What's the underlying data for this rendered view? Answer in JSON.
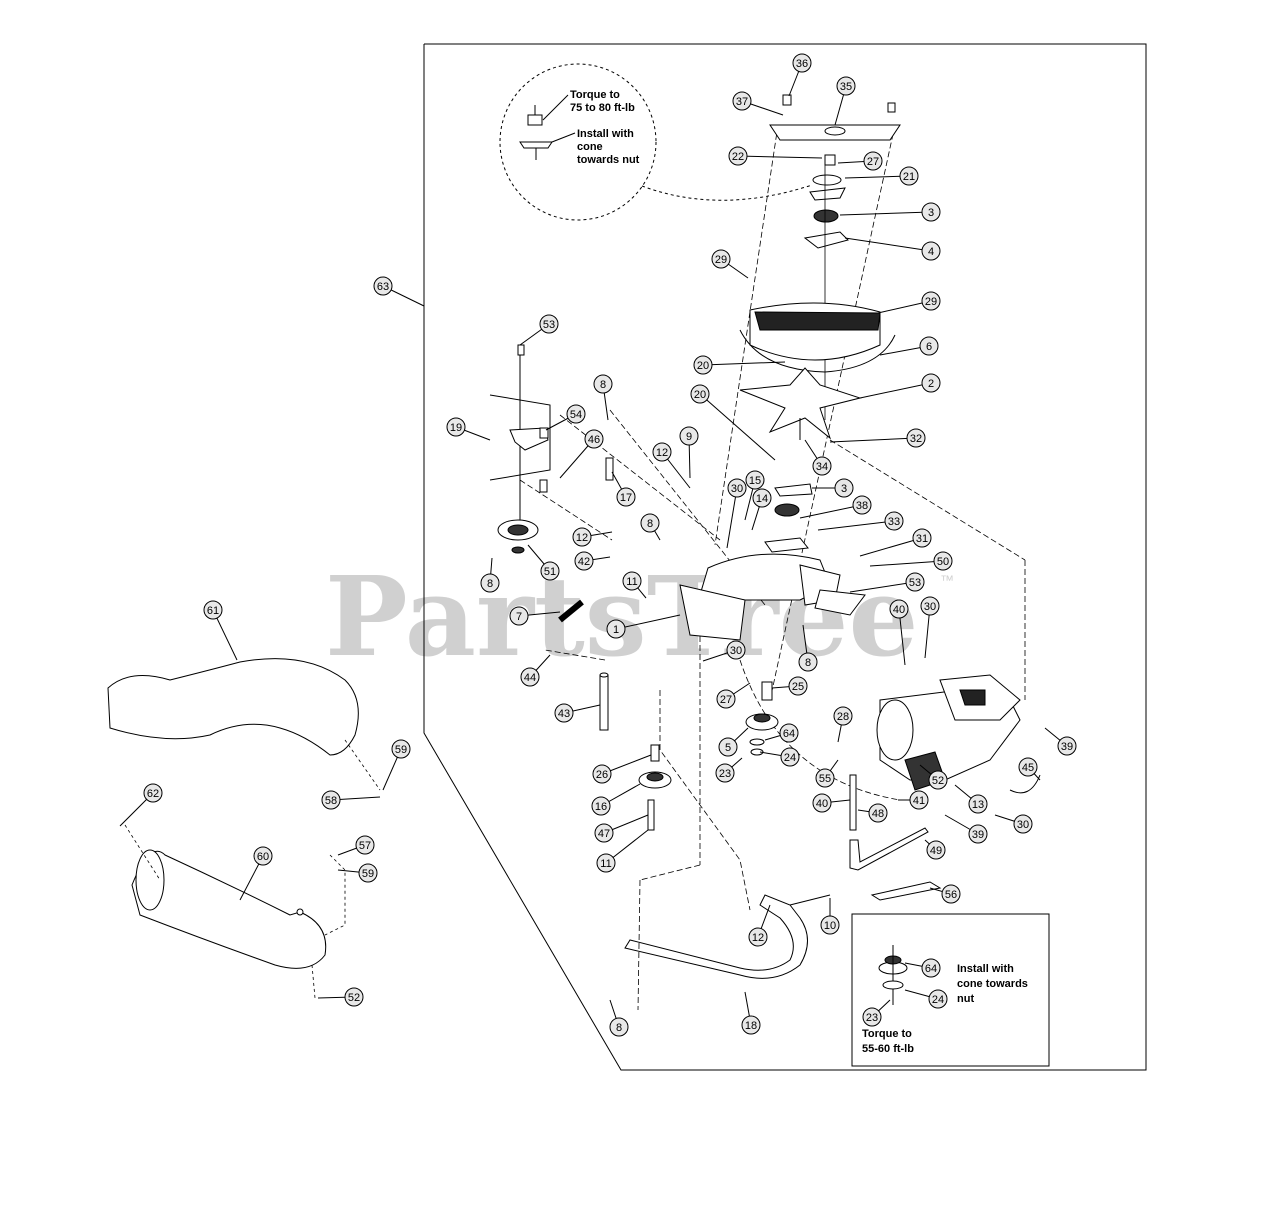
{
  "watermark": {
    "text": "PartsTree",
    "tm": "™"
  },
  "notes": {
    "top_torque_line1": "Torque to",
    "top_torque_line2": "75 to 80 ft-lb",
    "top_install_line1": "Install with",
    "top_install_line2": "cone",
    "top_install_line3": "towards nut",
    "inset_install_line1": "Install with",
    "inset_install_line2": "cone towards",
    "inset_install_line3": "nut",
    "inset_torque_line1": "Torque to",
    "inset_torque_line2": "55-60 ft-lb"
  },
  "callouts": {
    "c36": "36",
    "c35": "35",
    "c37": "37",
    "c22": "22",
    "c27a": "27",
    "c21": "21",
    "c3a": "3",
    "c4": "4",
    "c29a": "29",
    "c29b": "29",
    "c6": "6",
    "c20a": "20",
    "c2": "2",
    "c32": "32",
    "c20b": "20",
    "c34": "34",
    "c3b": "3",
    "c38": "38",
    "c33": "33",
    "c31": "31",
    "c50": "50",
    "c53b": "53",
    "c30a": "30",
    "c15": "15",
    "c14": "14",
    "c9": "9",
    "c12a": "12",
    "c8a": "8",
    "c53a": "53",
    "c54": "54",
    "c19": "19",
    "c46": "46",
    "c17": "17",
    "c12b": "12",
    "c42": "42",
    "c51": "51",
    "c8b": "8",
    "c8c": "8",
    "c11a": "11",
    "c7": "7",
    "c1": "1",
    "c44": "44",
    "c30b": "30",
    "c43": "43",
    "c27b": "27",
    "c25": "25",
    "c8d": "8",
    "c40a": "40",
    "c30c": "30",
    "c5": "5",
    "c64a": "64",
    "c23a": "23",
    "c24a": "24",
    "c26": "26",
    "c16": "16",
    "c47": "47",
    "c11b": "11",
    "c28": "28",
    "c55": "55",
    "c40b": "40",
    "c48": "48",
    "c41": "41",
    "c52a": "52",
    "c13": "13",
    "c39a": "39",
    "c39b": "39",
    "c45": "45",
    "c30d": "30",
    "c49": "49",
    "c56": "56",
    "c10": "10",
    "c12c": "12",
    "c18": "18",
    "c8e": "8",
    "c63": "63",
    "c61": "61",
    "c59a": "59",
    "c58": "58",
    "c62": "62",
    "c60": "60",
    "c57": "57",
    "c59b": "59",
    "c52b": "52",
    "c64b": "64",
    "c24b": "24",
    "c23b": "23"
  }
}
